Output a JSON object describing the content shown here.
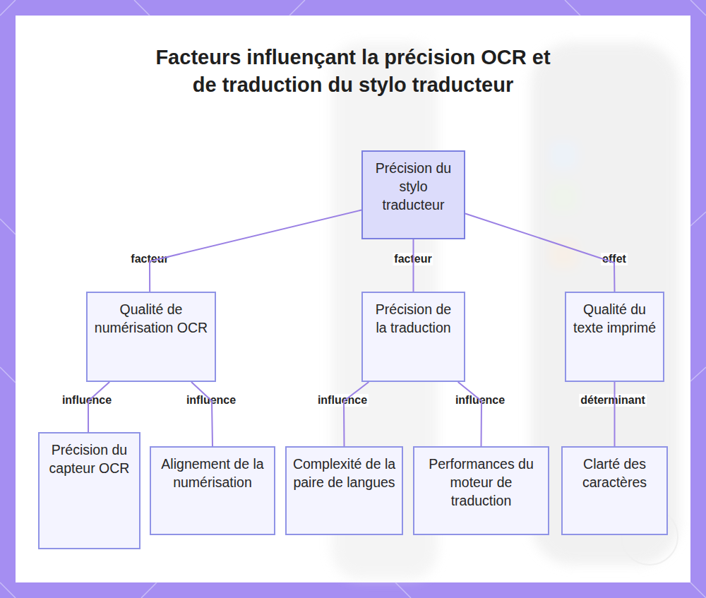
{
  "diagram": {
    "title": "Facteurs influençant la précision OCR et de traduction du stylo traducteur",
    "nodes": [
      {
        "text": [
          "Précision du stylo traducteur"
        ]
      },
      {
        "text": [
          "Qualité de numérisation OCR"
        ]
      },
      {
        "text": [
          "Précision de la traduction"
        ]
      },
      {
        "text": [
          "Qualité du texte imprimé"
        ]
      },
      {
        "text": [
          "Précision du capteur OCR"
        ]
      },
      {
        "text": [
          "Alignement de la numérisation"
        ]
      },
      {
        "text": [
          "Complexité de la paire de langues"
        ]
      },
      {
        "text": [
          "Performances du moteur de traduction"
        ]
      },
      {
        "text": [
          "Clarté des caractères"
        ]
      }
    ],
    "edges": [
      {
        "from": 0,
        "to": 1,
        "label": "facteur",
        "arrow": "none"
      },
      {
        "from": 0,
        "to": 2,
        "label": "facteur",
        "arrow": "none"
      },
      {
        "from": 0,
        "to": 3,
        "label": "effet",
        "arrow": "none"
      },
      {
        "from": 1,
        "to": 4,
        "label": "influence",
        "arrow": "none"
      },
      {
        "from": 1,
        "to": 5,
        "label": "influence",
        "arrow": "none"
      },
      {
        "from": 2,
        "to": 6,
        "label": "influence",
        "arrow": "none"
      },
      {
        "from": 2,
        "to": 7,
        "label": "influence",
        "arrow": "none"
      },
      {
        "from": 3,
        "to": 8,
        "label": "déterminant",
        "arrow": "none"
      }
    ]
  }
}
